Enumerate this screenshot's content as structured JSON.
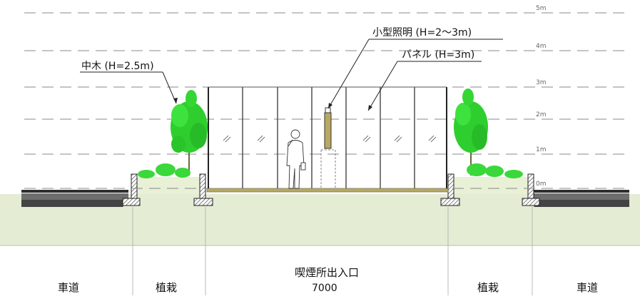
{
  "levels": [
    "0m",
    "1m",
    "2m",
    "3m",
    "4m",
    "5m"
  ],
  "callouts": {
    "tree": "中木 (H=2.5m)",
    "light": "小型照明 (H=2～3m)",
    "panel": "パネル (H=3m)"
  },
  "zones": {
    "left_road": "車道",
    "left_planting": "植栽",
    "entrance": "喫煙所出入口",
    "entrance_width": "7000",
    "right_planting": "植栽",
    "right_road": "車道"
  },
  "colors": {
    "ground": "#e4ecd4",
    "planter_soil": "#e8f0d6",
    "tree_green": "#2fce2f",
    "floor": "#b8a862",
    "paving": "#3a3a3a",
    "grid_line": "#888888"
  }
}
